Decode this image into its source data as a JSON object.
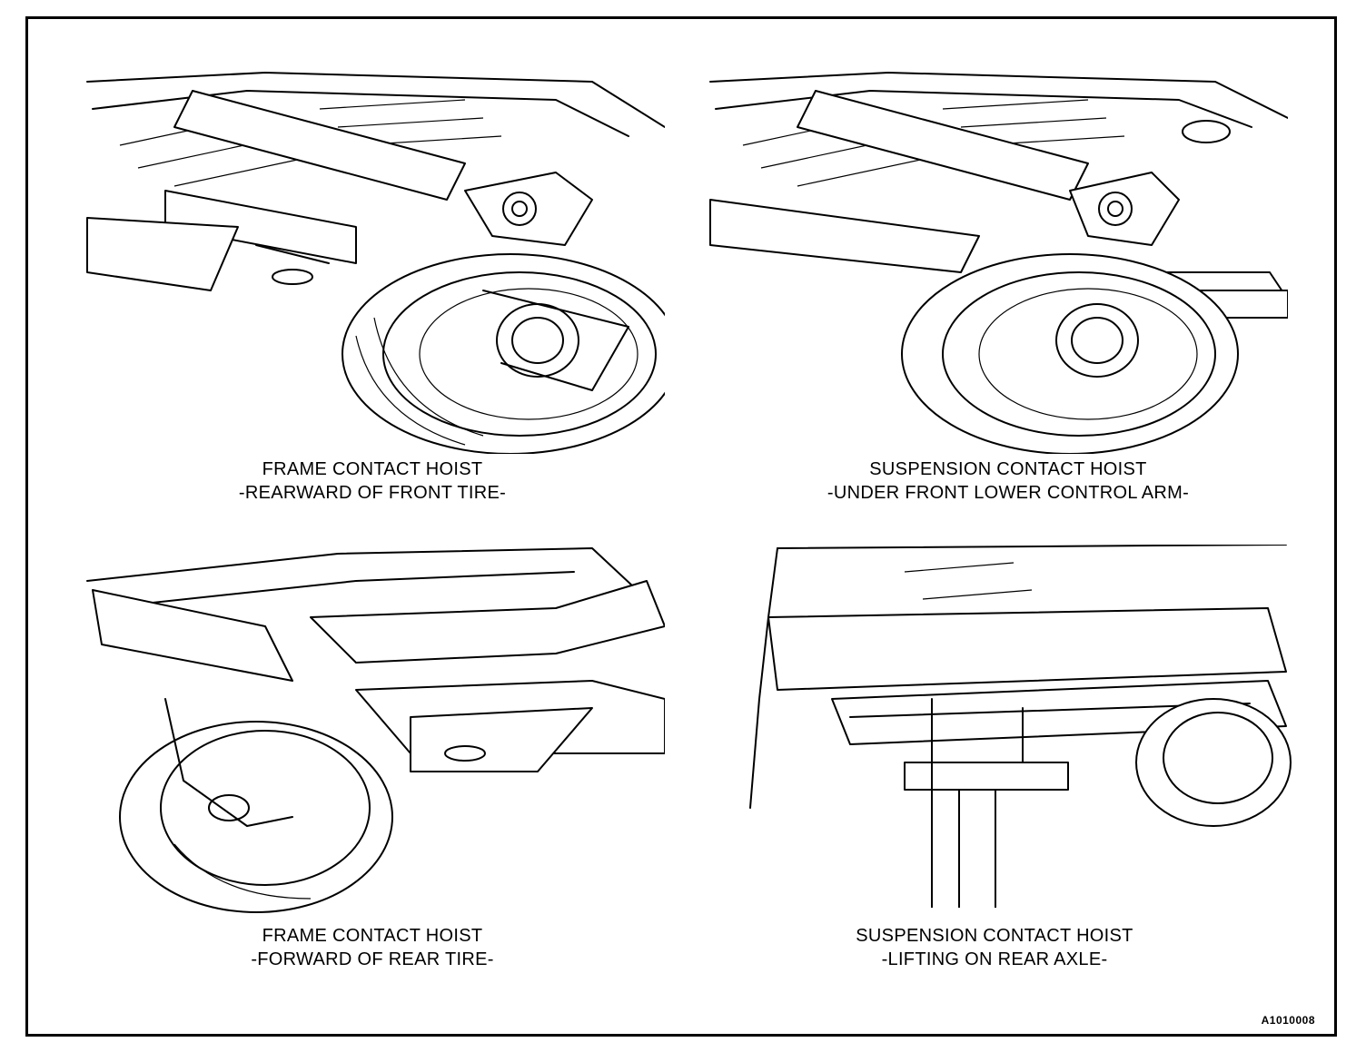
{
  "figure_id": "A1010008",
  "panels": [
    {
      "line1": "FRAME CONTACT HOIST",
      "line2": "-REARWARD OF FRONT TIRE-"
    },
    {
      "line1": "SUSPENSION CONTACT HOIST",
      "line2": "-UNDER FRONT LOWER CONTROL ARM-"
    },
    {
      "line1": "FRAME CONTACT HOIST",
      "line2": "-FORWARD OF REAR TIRE-"
    },
    {
      "line1": "SUSPENSION CONTACT HOIST",
      "line2": "-LIFTING ON REAR AXLE-"
    }
  ]
}
